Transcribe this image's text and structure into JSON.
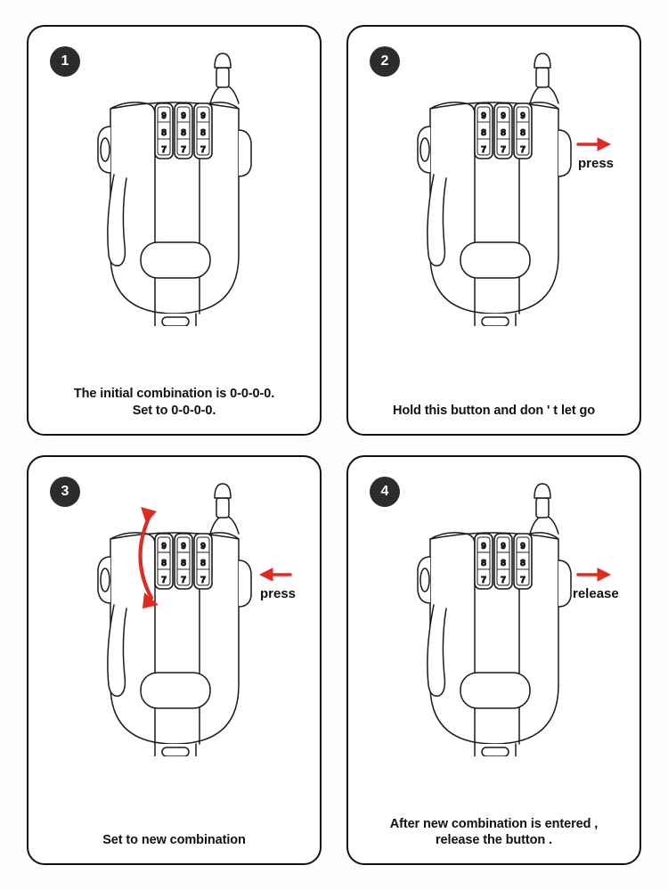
{
  "page": {
    "title": "Combination lock reset instructions",
    "background": "#fdfdfb",
    "card_border_color": "#121212",
    "badge_color": "#2c2c2c",
    "arrow_color": "#e02b20",
    "line_color": "#1a1a1a"
  },
  "dials": {
    "count": 3,
    "digits_top": "9",
    "digits_middle": "8",
    "digits_bottom": "7"
  },
  "panels": [
    {
      "number": "1",
      "caption_line1": "The initial combination is 0-0-0-0.",
      "caption_line2": "Set to 0-0-0-0.",
      "annotation": null,
      "annotation_direction": null,
      "has_rotation_arrow": false
    },
    {
      "number": "2",
      "caption_line1": "Hold this button and don ' t let go",
      "caption_line2": "",
      "annotation": "press",
      "annotation_direction": "right",
      "has_rotation_arrow": false
    },
    {
      "number": "3",
      "caption_line1": "Set to new combination",
      "caption_line2": "",
      "annotation": "press",
      "annotation_direction": "left",
      "has_rotation_arrow": true
    },
    {
      "number": "4",
      "caption_line1": "After new combination is entered ,",
      "caption_line2": "release the button .",
      "annotation": "release",
      "annotation_direction": "right",
      "has_rotation_arrow": false
    }
  ]
}
